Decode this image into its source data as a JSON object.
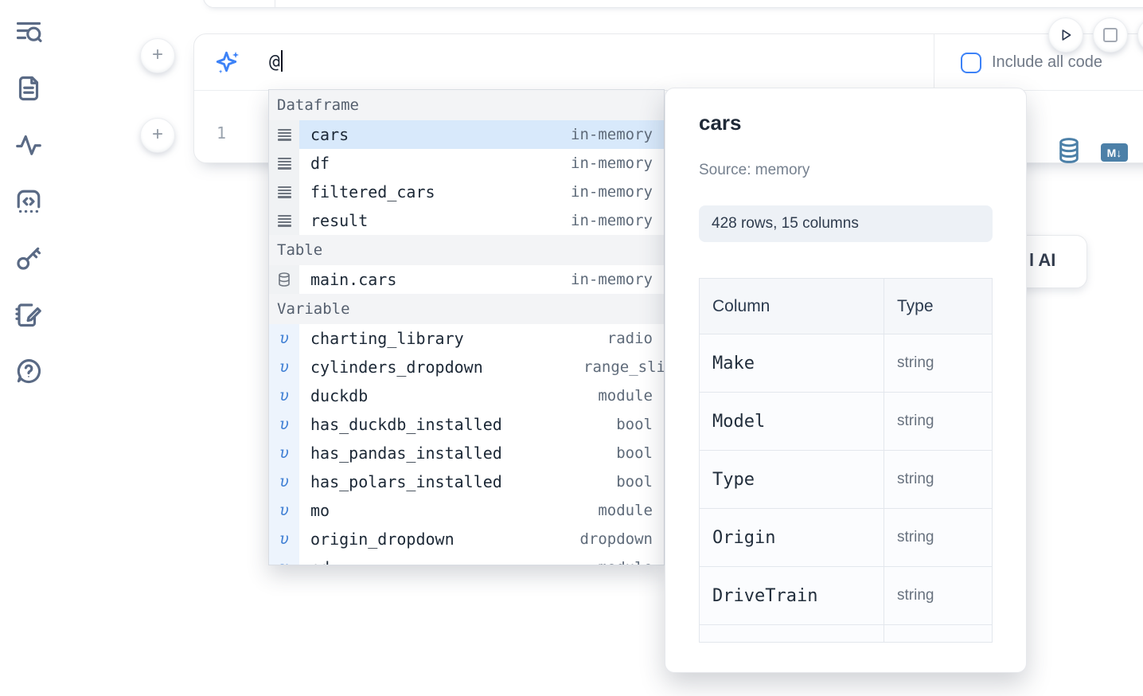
{
  "sidebar": {
    "icons": [
      "toc-search",
      "document",
      "activity",
      "snippets",
      "key",
      "scratchpad",
      "help"
    ]
  },
  "add_buttons": {
    "plus": "+"
  },
  "ai_input": {
    "value": "@",
    "include_all_code_label": "Include all code",
    "include_checked": false
  },
  "cell": {
    "line_number": "1",
    "markdown_badge": "M↓"
  },
  "autocomplete": {
    "variable_glyph": "υ",
    "sections": [
      {
        "label": "Dataframe",
        "items": [
          {
            "name": "cars",
            "type": "in-memory",
            "selected": true
          },
          {
            "name": "df",
            "type": "in-memory"
          },
          {
            "name": "filtered_cars",
            "type": "in-memory"
          },
          {
            "name": "result",
            "type": "in-memory"
          }
        ]
      },
      {
        "label": "Table",
        "items": [
          {
            "name": "main.cars",
            "type": "in-memory"
          }
        ]
      },
      {
        "label": "Variable",
        "items": [
          {
            "name": "charting_library",
            "type": "radio"
          },
          {
            "name": "cylinders_dropdown",
            "type": "range_sli"
          },
          {
            "name": "duckdb",
            "type": "module"
          },
          {
            "name": "has_duckdb_installed",
            "type": "bool"
          },
          {
            "name": "has_pandas_installed",
            "type": "bool"
          },
          {
            "name": "has_polars_installed",
            "type": "bool"
          },
          {
            "name": "mo",
            "type": "module"
          },
          {
            "name": "origin_dropdown",
            "type": "dropdown"
          },
          {
            "name": "pd",
            "type": "module"
          }
        ]
      }
    ]
  },
  "preview": {
    "title": "cars",
    "source": "Source: memory",
    "shape": "428 rows, 15 columns",
    "table": {
      "col_header": "Column",
      "type_header": "Type",
      "rows": [
        {
          "column": "Make",
          "type": "string"
        },
        {
          "column": "Model",
          "type": "string"
        },
        {
          "column": "Type",
          "type": "string"
        },
        {
          "column": "Origin",
          "type": "string"
        },
        {
          "column": "DriveTrain",
          "type": "string"
        }
      ]
    }
  },
  "ai_card": {
    "visible_text": "l AI"
  },
  "colors": {
    "accent_blue": "#3d82f7",
    "steel_blue": "#4c80a8",
    "selection": "#d8e9fb",
    "sidebar_icon": "#5a6a85"
  }
}
